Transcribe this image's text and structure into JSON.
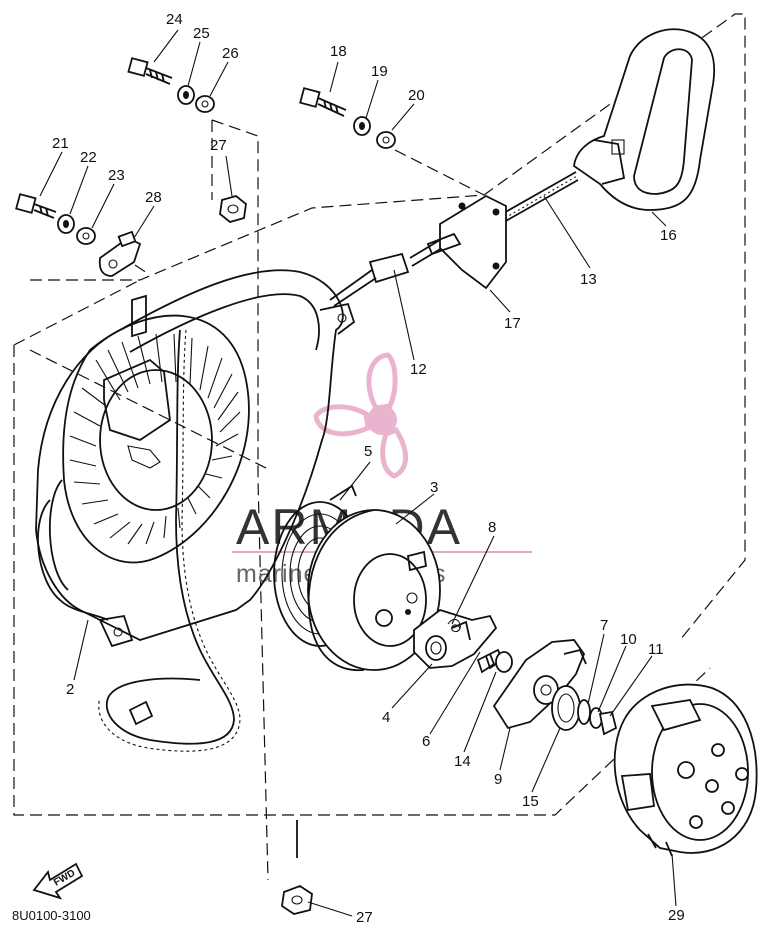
{
  "drawing_code": "8U0100-3100",
  "fwd_label": "FWD",
  "watermark": {
    "brand": "ARMADA",
    "tagline": "marine outboards",
    "brand_color": "#e7a6c6"
  },
  "callouts": [
    {
      "id": "c24",
      "label": "24"
    },
    {
      "id": "c25",
      "label": "25"
    },
    {
      "id": "c26",
      "label": "26"
    },
    {
      "id": "c18",
      "label": "18"
    },
    {
      "id": "c19",
      "label": "19"
    },
    {
      "id": "c20",
      "label": "20"
    },
    {
      "id": "c21",
      "label": "21"
    },
    {
      "id": "c22",
      "label": "22"
    },
    {
      "id": "c23",
      "label": "23"
    },
    {
      "id": "c27a",
      "label": "27"
    },
    {
      "id": "c28",
      "label": "28"
    },
    {
      "id": "c16",
      "label": "16"
    },
    {
      "id": "c13",
      "label": "13"
    },
    {
      "id": "c17",
      "label": "17"
    },
    {
      "id": "c12",
      "label": "12"
    },
    {
      "id": "c5",
      "label": "5"
    },
    {
      "id": "c3",
      "label": "3"
    },
    {
      "id": "c8",
      "label": "8"
    },
    {
      "id": "c7",
      "label": "7"
    },
    {
      "id": "c10",
      "label": "10"
    },
    {
      "id": "c11",
      "label": "11"
    },
    {
      "id": "c2",
      "label": "2"
    },
    {
      "id": "c4",
      "label": "4"
    },
    {
      "id": "c6",
      "label": "6"
    },
    {
      "id": "c14",
      "label": "14"
    },
    {
      "id": "c9",
      "label": "9"
    },
    {
      "id": "c15",
      "label": "15"
    },
    {
      "id": "c29",
      "label": "29"
    },
    {
      "id": "c27b",
      "label": "27"
    }
  ]
}
